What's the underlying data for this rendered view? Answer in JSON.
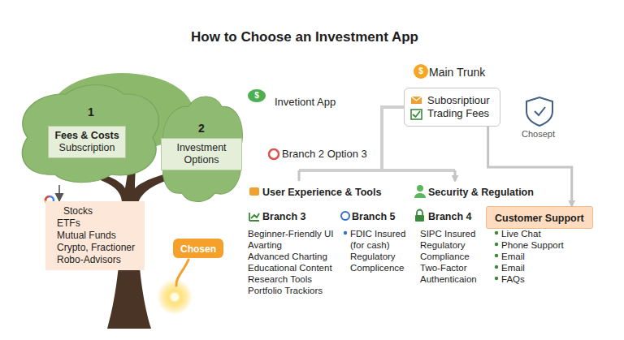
{
  "diagram": {
    "title": "How to Choose an Investment App",
    "nodes": [
      {
        "text": [
          "1"
        ]
      },
      {
        "text": [
          "Fees & Costs",
          "Subscription"
        ],
        "in": 0
      },
      {
        "text": [
          "2"
        ]
      },
      {
        "text": [
          "Investment Options"
        ],
        "in": 2
      },
      {
        "text": [
          "Stocks",
          "ETFs",
          "Mutual Funds",
          "Crypto, Fractioner",
          "Robo-Advisors"
        ]
      },
      {
        "text": [
          "Chosen"
        ]
      },
      {
        "text": [
          "Main Trunk",
          "Subosriptiour",
          "Trading Fees"
        ]
      },
      {
        "text": [
          "Customer Support"
        ]
      }
    ],
    "edges": [
      {
        "from": 0,
        "to": 4,
        "arrow": "to"
      },
      {
        "from": 6,
        "to": 7,
        "arrow": "to"
      }
    ],
    "labels": [
      "$",
      "Invetiont App",
      "$",
      "Chosept",
      "Branch 2 Option 3",
      "User Experience & Tools",
      "Branch 3",
      "Beginner-Friendly UI",
      "Avarting",
      "Advanced Charting",
      "Educational Content",
      "Research Tools",
      "Portfolio Trackiors",
      "Branch 5",
      "FDIC Insured (for cash)",
      "Regulatory Complicence",
      "Security & Regulation",
      "Branch 4",
      "SIPC Insured",
      "Regulatory Compliance",
      "Two-Factor Authenticaion",
      "Live Chat",
      "Phone Support",
      "Email",
      "Email",
      "FAQs"
    ]
  }
}
